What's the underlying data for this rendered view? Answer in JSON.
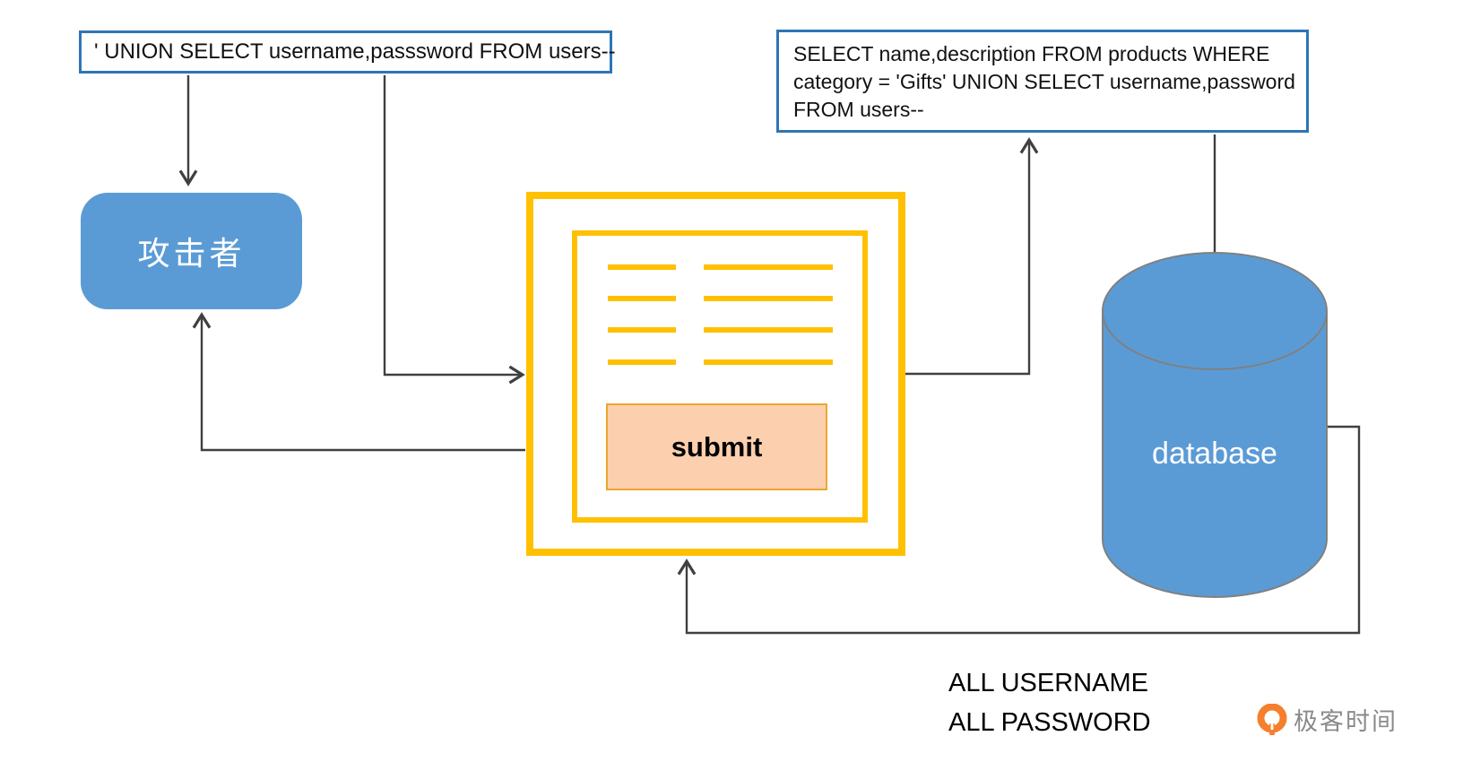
{
  "payload_box": {
    "text": "' UNION SELECT username,passsword FROM users--"
  },
  "query_box": {
    "lines": [
      "SELECT name,description FROM products WHERE",
      "category = 'Gifts' UNION SELECT username,password",
      "FROM users--"
    ]
  },
  "attacker": {
    "label": "攻击者"
  },
  "form": {
    "submit_label": "submit"
  },
  "database": {
    "label": "database"
  },
  "result": {
    "line1": "ALL USERNAME",
    "line2": "ALL PASSWORD"
  },
  "logo": {
    "text": "极客时间"
  },
  "colors": {
    "node_blue": "#5B9BD5",
    "border_blue": "#2E75B6",
    "form_yellow": "#FFC000",
    "submit_peach": "#FCCFAE",
    "submit_border": "#ECA72C",
    "arrow_gray": "#404040",
    "logo_orange": "#F57F2C",
    "logo_text_gray": "#8A8A8A",
    "cylinder_stroke": "#808080"
  }
}
